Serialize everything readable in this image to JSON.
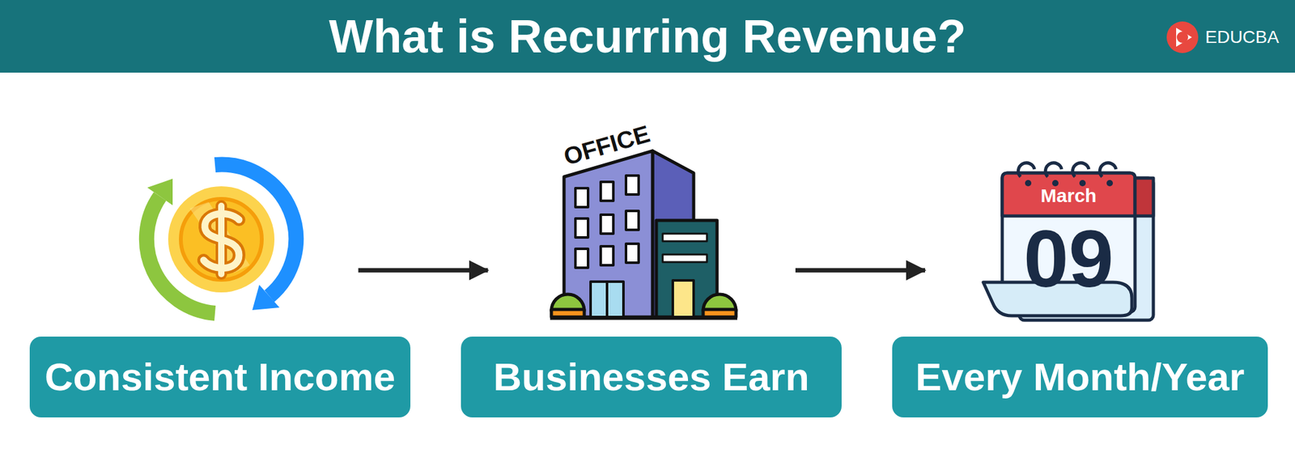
{
  "diagram": {
    "title": "What is Recurring Revenue?",
    "nodes": [
      {
        "text": [
          "Consistent Income"
        ]
      },
      {
        "text": [
          "Businesses Earn"
        ]
      },
      {
        "text": [
          "Every Month/Year"
        ]
      }
    ],
    "edges": [
      {
        "from": 0,
        "to": 1,
        "arrow": "to"
      },
      {
        "from": 1,
        "to": 2,
        "arrow": "to"
      }
    ],
    "labels": [
      "EDUCBA",
      "OFFICE",
      "March",
      "09"
    ]
  }
}
